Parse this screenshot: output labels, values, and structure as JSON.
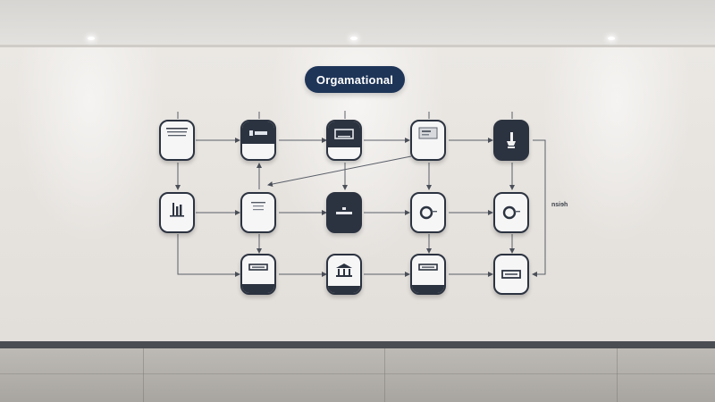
{
  "title": "Orgamational",
  "side_label": "nsiɘh",
  "colors": {
    "navy": "#1f3558",
    "node_dark": "#2c3340",
    "wall": "#e9e6e2",
    "baseboard": "#4a4d52"
  },
  "nodes": [
    {
      "id": "r1c1",
      "icon": "text-lines-icon"
    },
    {
      "id": "r1c2",
      "icon": "label-icon"
    },
    {
      "id": "r1c3",
      "icon": "monitor-icon"
    },
    {
      "id": "r1c4",
      "icon": "card-icon"
    },
    {
      "id": "r1c5",
      "icon": "trophy-icon"
    },
    {
      "id": "r2c1",
      "icon": "chart-icon"
    },
    {
      "id": "r2c2",
      "icon": "document-icon"
    },
    {
      "id": "r2c3",
      "icon": "badge-icon"
    },
    {
      "id": "r2c4",
      "icon": "circle-letter-icon"
    },
    {
      "id": "r2c5",
      "icon": "circle-letter-icon"
    },
    {
      "id": "r3c2",
      "icon": "tray-icon"
    },
    {
      "id": "r3c3",
      "icon": "building-icon"
    },
    {
      "id": "r3c4",
      "icon": "tray-icon"
    },
    {
      "id": "r3c5",
      "icon": "tray-icon"
    }
  ]
}
